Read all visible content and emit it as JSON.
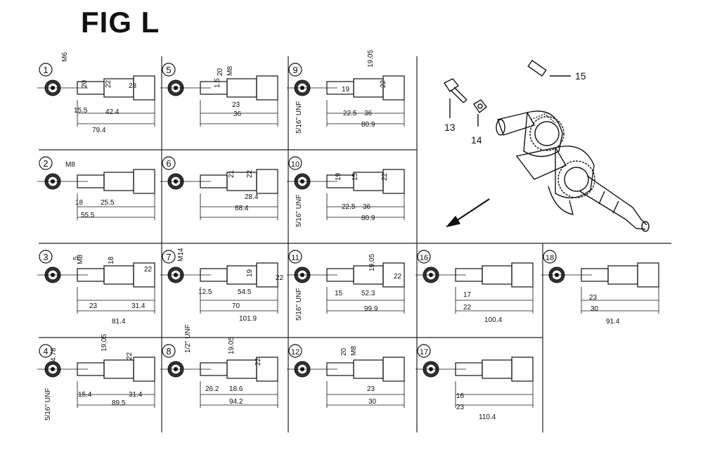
{
  "title": "FIG L",
  "panels": [
    {
      "num": "1",
      "dims": [
        "M6",
        "20",
        "22",
        "28",
        "15.5",
        "42.4",
        "79.4"
      ]
    },
    {
      "num": "5",
      "dims": [
        "20",
        "M8",
        "1.5",
        "23",
        "36"
      ]
    },
    {
      "num": "9",
      "dims": [
        "19.05",
        "19",
        "22",
        "22.5",
        "36",
        "80.9",
        "5/16\" UNF"
      ]
    },
    {
      "num": "2",
      "dims": [
        "M8",
        "18",
        "25.5",
        "55.5"
      ]
    },
    {
      "num": "6",
      "dims": [
        "21",
        "22",
        "28.4",
        "68.4"
      ]
    },
    {
      "num": "10",
      "dims": [
        "19",
        "15",
        "22",
        "22.5",
        "36",
        "80.9",
        "5/16\" UNF"
      ]
    },
    {
      "num": "3",
      "dims": [
        "5",
        "M8",
        "18",
        "22",
        "23",
        "31.4",
        "81.4"
      ]
    },
    {
      "num": "7",
      "dims": [
        "M14",
        "19",
        "22",
        "12.5",
        "54.5",
        "70",
        "101.9"
      ]
    },
    {
      "num": "11",
      "dims": [
        "19.05",
        "22",
        "15",
        "52.3",
        "99.9",
        "5/16\" UNF"
      ]
    },
    {
      "num": "16",
      "dims": [
        "17",
        "22",
        "100.4"
      ]
    },
    {
      "num": "18",
      "dims": [
        "23",
        "30",
        "91.4"
      ]
    },
    {
      "num": "4",
      "dims": [
        "4.78",
        "19.05",
        "22",
        "15.4",
        "31.4",
        "89.5",
        "5/16\" UNF"
      ]
    },
    {
      "num": "8",
      "dims": [
        "1/2\" UNF",
        "19.05",
        "22",
        "26.2",
        "18.6",
        "94.2"
      ]
    },
    {
      "num": "12",
      "dims": [
        "20",
        "M8",
        "23",
        "30"
      ]
    },
    {
      "num": "17",
      "dims": [
        "16",
        "23",
        "110.4"
      ]
    }
  ],
  "parts": {
    "bolt": "13",
    "nut": "14",
    "key": "15"
  }
}
